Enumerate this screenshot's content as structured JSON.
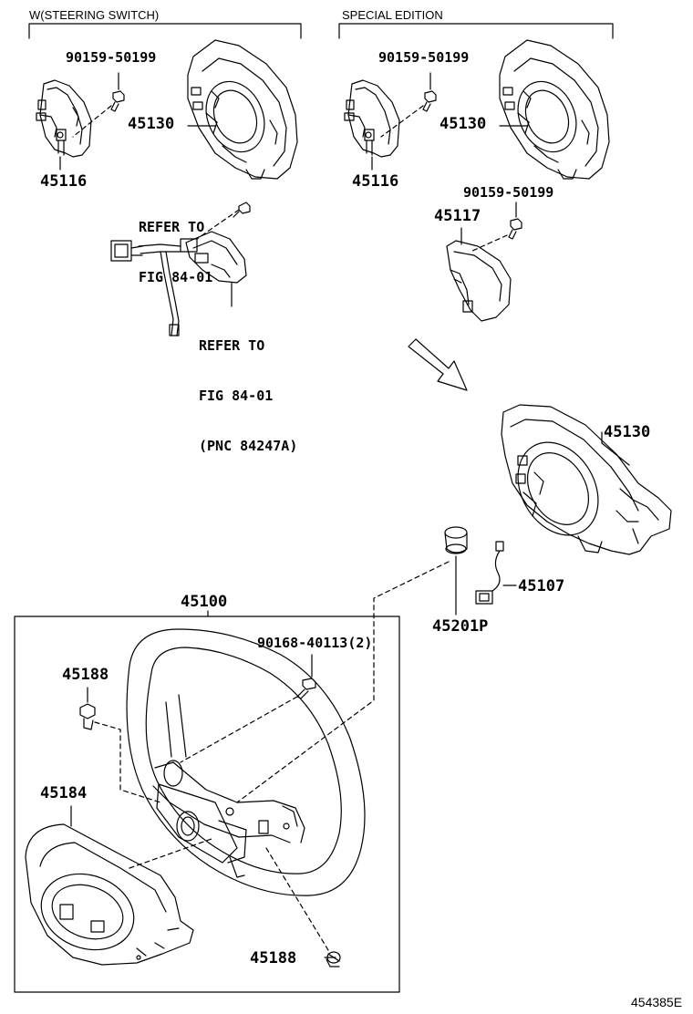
{
  "sections": {
    "steering_switch": "W(STEERING SWITCH)",
    "special_edition": "SPECIAL EDITION"
  },
  "labels": {
    "p1_bolt": "90159-50199",
    "p1_pad": "45130",
    "p1_switch": "45116",
    "p2_bolt_a": "90159-50199",
    "p2_pad": "45130",
    "p2_switch": "45116",
    "p2_bolt_b": "90159-50199",
    "p2_cover": "45117",
    "pad_main": "45130",
    "boss": "45201P",
    "wire": "45107",
    "wheel_assy": "45100",
    "bolt_2": "90168-40113(2)",
    "screw_top": "45188",
    "cover_lower": "45184",
    "screw_bottom": "45188"
  },
  "refs": {
    "ref1_line1": "REFER TO",
    "ref1_line2": "FIG 84-01",
    "ref2_line1": "REFER TO",
    "ref2_line2": "FIG 84-01",
    "ref2_line3": "(PNC 84247A)"
  },
  "catalog_number": "454385E"
}
